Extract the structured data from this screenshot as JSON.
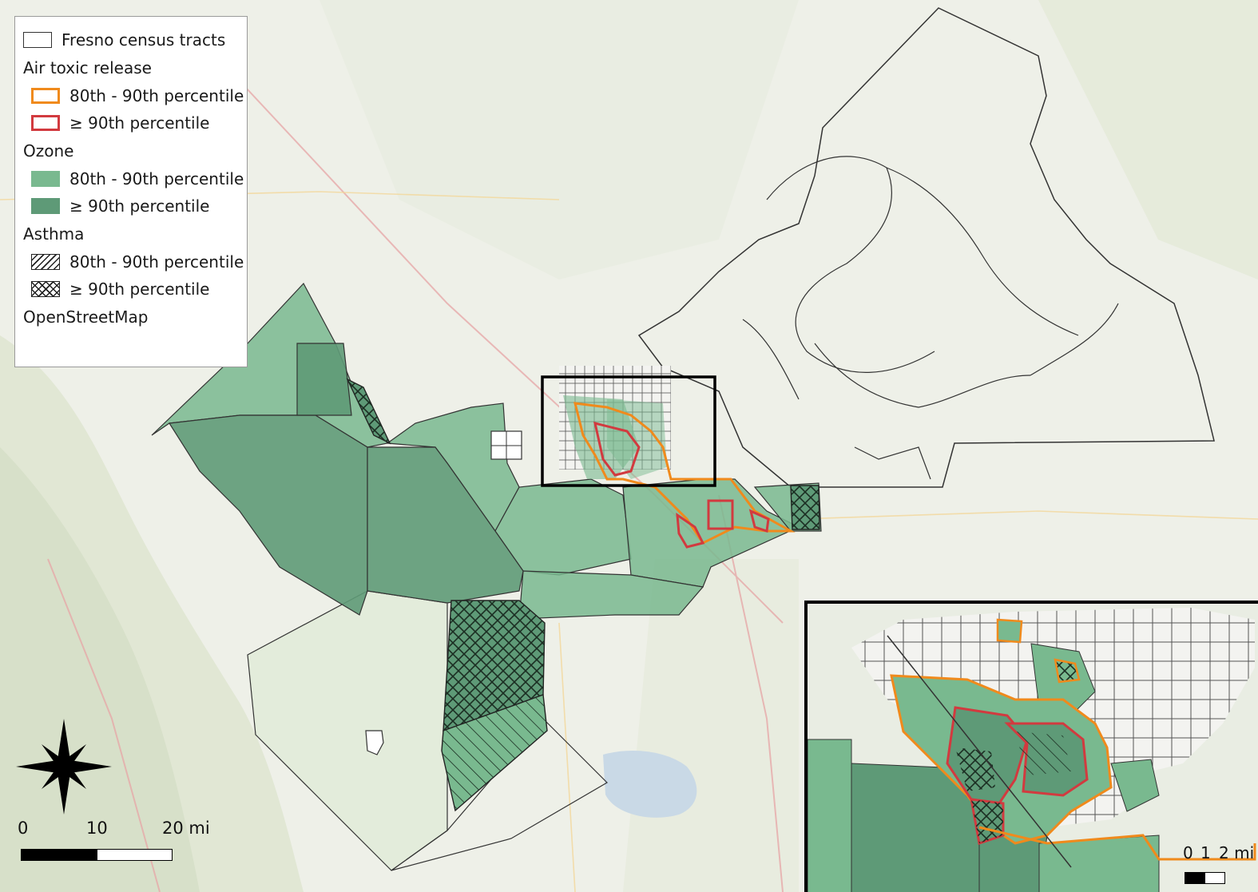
{
  "legend": {
    "tracts_label": "Fresno census tracts",
    "air_heading": "Air toxic release",
    "air_80": "80th - 90th percentile",
    "air_90": "≥ 90th percentile",
    "ozone_heading": "Ozone",
    "ozone_80": "80th - 90th percentile",
    "ozone_90": "≥ 90th percentile",
    "asthma_heading": "Asthma",
    "asthma_80": "80th - 90th percentile",
    "asthma_90": "≥ 90th percentile",
    "basemap_label": "OpenStreetMap"
  },
  "scale_bar": {
    "l0": "0",
    "l1": "10",
    "l2": "20 mi"
  },
  "inset_scale_bar": {
    "l0": "0",
    "l1": "1",
    "l2": "2 mi"
  },
  "colors": {
    "air_80": "#f08a1c",
    "air_90": "#d23a3f",
    "ozone_80": "#79b98f",
    "ozone_90": "#5e9a77",
    "tract_outline": "#333333"
  },
  "icons": {
    "north_arrow": "compass-rose-icon"
  }
}
